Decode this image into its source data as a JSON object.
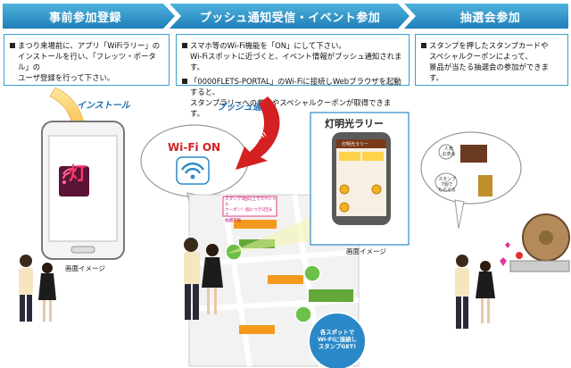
{
  "headers": {
    "step1": "事前参加登録",
    "step2": "プッシュ通知受信・イベント参加",
    "step3": "抽選会参加"
  },
  "box1": {
    "lines": [
      "まつり来場前に、アプリ「WiFiラリー」の",
      "インストールを行い、「フレッツ・ポータル」の",
      "ユーザ登録を行って下さい。"
    ]
  },
  "box2": {
    "item1": [
      "スマホ等のWi-Fi機能を「ON」にして下さい。",
      "Wi-Fiスポットに近づくと、イベント情報がプッシュ通知されます。"
    ],
    "item2": [
      "「0000FLETS-PORTAL」のWi-Fiに接続しWebブラウザを起動すると、",
      "スタンプラリーへの参加やスペシャルクーポンが取得できます。"
    ]
  },
  "box3": {
    "lines": [
      "スタンプを押したスタンプカードや",
      "スペシャルクーポンによって、",
      "景品が当たる抽選会の参加ができます。"
    ]
  },
  "labels": {
    "install": "インストール",
    "push": "プッシュ通知",
    "push_tag": "PUSH!",
    "wifi_on": "Wi-Fi ON",
    "rally_title": "灯明光ラリー",
    "screen_image": "画面イメージ",
    "app_glyph": "灯",
    "spot_bubble": [
      "各スポットで",
      "Wi-Fiに接続し",
      "スタンプGET!"
    ],
    "coupon_note": [
      "スタンプ3個以上でスペシャル",
      "クーポン！個につき1回まで",
      "抽選可能"
    ],
    "phone_app_title": "灯明光ラリー",
    "bubble3_a": [
      "人気",
      "お茶会"
    ],
    "bubble3_b": [
      "スタンプ",
      "7個で",
      "もらえる"
    ]
  },
  "colors": {
    "header_blue": "#2a8fc4",
    "accent_red": "#d42020",
    "box_border": "#3aa0c8"
  }
}
